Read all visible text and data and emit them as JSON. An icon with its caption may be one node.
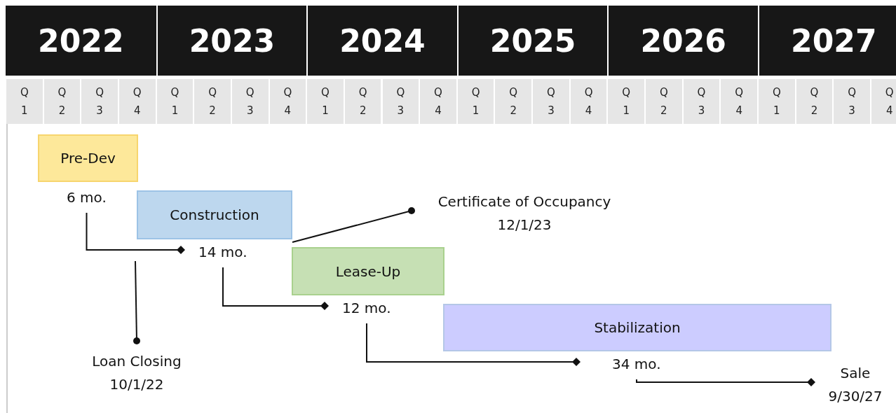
{
  "diagram": {
    "nodes": [
      {
        "text": [
          "Pre-Dev"
        ],
        "beside": [
          "6 mo."
        ]
      },
      {
        "text": [
          "Construction"
        ],
        "beside": [
          "14 mo."
        ]
      },
      {
        "text": [
          "Certificate of Occupancy",
          "12/1/23"
        ]
      },
      {
        "text": [
          "Lease-Up"
        ],
        "beside": [
          "12 mo."
        ]
      },
      {
        "text": [
          "Stabilization"
        ],
        "beside": [
          "34 mo."
        ]
      },
      {
        "text": [
          "Loan Closing",
          "10/1/22"
        ]
      },
      {
        "text": [
          "Sale",
          "9/30/27"
        ]
      }
    ],
    "edges": [
      {
        "from": 0,
        "to": 1,
        "arrow": "other"
      },
      {
        "from": 1,
        "to": 2,
        "arrow": "other"
      },
      {
        "from": 1,
        "to": 3,
        "arrow": "other"
      },
      {
        "from": 3,
        "to": 4,
        "arrow": "other"
      },
      {
        "from": null,
        "to": 5,
        "arrow": "other"
      },
      {
        "from": 4,
        "to": 6,
        "arrow": "other"
      }
    ],
    "labels": [
      "2022",
      "2023",
      "2024",
      "2025",
      "2026",
      "2027",
      "Q 1",
      "Q 2",
      "Q 3",
      "Q 4",
      "Q 1",
      "Q 2",
      "Q 3",
      "Q 4",
      "Q 1",
      "Q 2",
      "Q 3",
      "Q 4",
      "Q 1",
      "Q 2",
      "Q 3",
      "Q 4",
      "Q 1",
      "Q 2",
      "Q 3",
      "Q 4",
      "Q 1",
      "Q 2",
      "Q 3",
      "Q 4"
    ]
  }
}
